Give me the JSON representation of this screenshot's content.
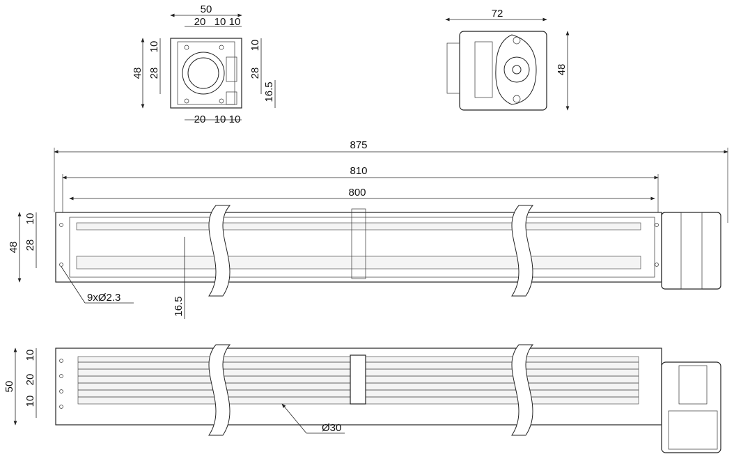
{
  "front_view": {
    "width": "50",
    "top_dims": [
      "20",
      "10",
      "10"
    ],
    "left_dims": {
      "height": "48",
      "top": "10",
      "mid": "28"
    },
    "right_dims": {
      "top": "10",
      "mid": "28",
      "bottom": "16.5"
    },
    "bottom_dims": [
      "20",
      "10",
      "10"
    ]
  },
  "motor_view": {
    "width": "72",
    "height": "48"
  },
  "side_view": {
    "overall_length": "875",
    "mid_length": "810",
    "inner_length": "800",
    "height": "48",
    "top_offset": "10",
    "hole_spacing": "28",
    "holes": "9xØ2.3",
    "bracket_offset": "16.5"
  },
  "bottom_view": {
    "height": "50",
    "dims": [
      "10",
      "20",
      "10"
    ],
    "impeller_diameter": "Ø30"
  }
}
